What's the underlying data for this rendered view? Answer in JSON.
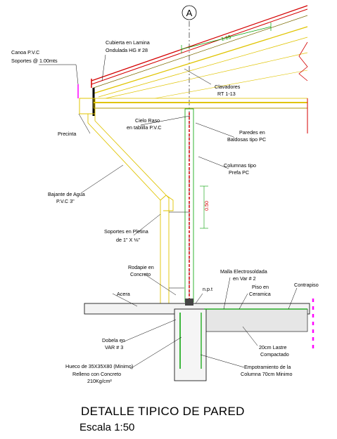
{
  "axis_marker": "A",
  "slope_dim": "1.15",
  "spacing_dim": "0.50",
  "labels": {
    "canoa_1": "Canoa P.V.C",
    "canoa_2": "Soportes @ 1.00mts",
    "cubierta_1": "Cubierta en Lamina",
    "cubierta_2": "Ondulada HG # 28",
    "clavadores_1": "Clavadores",
    "clavadores_2": "RT 1-13",
    "cielo_1": "Cielo Raso",
    "cielo_2": "en tablilla P.V.C",
    "precinta": "Precinta",
    "paredes_1": "Paredes en",
    "paredes_2": "Baldosas tipo PC",
    "columnas_1": "Columnas tipo",
    "columnas_2": "Prefa PC",
    "bajante_1": "Bajante de Agua",
    "bajante_2": "P.V.C 3\"",
    "soportes_1": "Soportes en Pletina",
    "soportes_2": "de 1\" X ⅛\"",
    "rodapie_1": "Rodapie en",
    "rodapie_2": "Concreto",
    "malla_1": "Malla Electrosoldada",
    "malla_2": "en Var # 2",
    "npt": "n.p.t",
    "piso_1": "Piso en",
    "piso_2": "Ceramica",
    "contrapiso": "Contrapiso",
    "acera": "Acera",
    "dobela_1": "Dobela en",
    "dobela_2": "VAR # 3",
    "lastre_1": "20cm Lastre",
    "lastre_2": "Compactado",
    "hueco_1": "Hueco de 35X35X80 (Minimo)",
    "hueco_2": "Relleno con Concreto",
    "hueco_3": "210Kg/cm²",
    "empotra_1": "Empotramiento de la",
    "empotra_2": "Columna 70cm Minimo"
  },
  "title": "DETALLE TIPICO DE PARED",
  "scale": "Escala 1:50"
}
